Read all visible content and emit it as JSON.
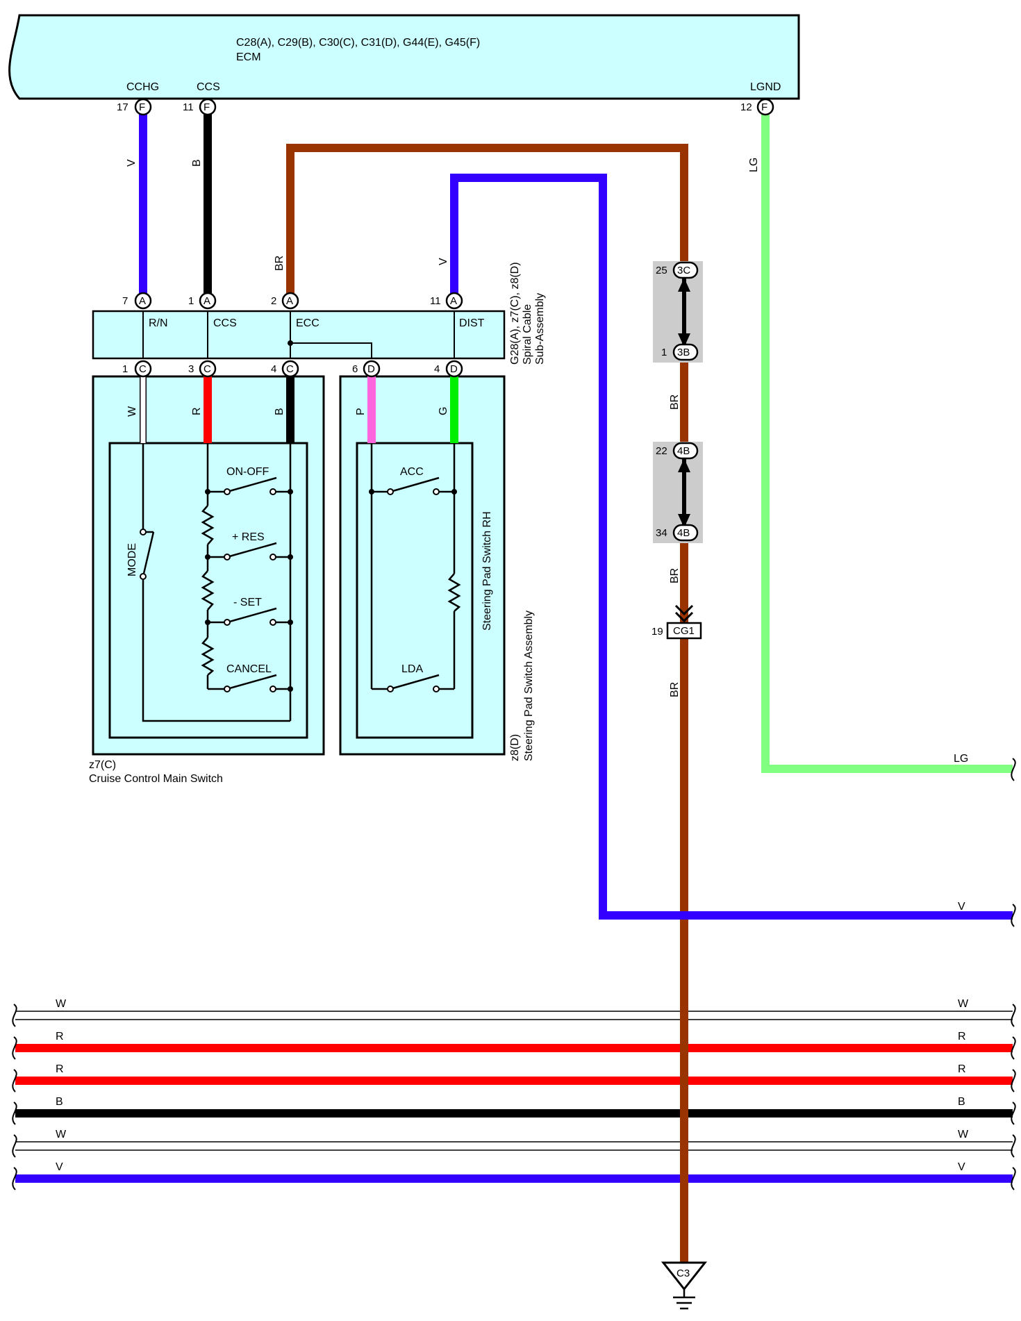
{
  "ecm": {
    "connectors": "C28(A), C29(B), C30(C), C31(D), G44(E), G45(F)",
    "name": "ECM",
    "pins": [
      {
        "label": "CCHG",
        "num": "17",
        "conn": "F"
      },
      {
        "label": "CCS",
        "num": "11",
        "conn": "F"
      },
      {
        "label": "LGND",
        "num": "12",
        "conn": "F"
      }
    ]
  },
  "wires": {
    "cchg": "V",
    "ccs": "B",
    "ecc": "BR",
    "dist": "V",
    "lgnd": "LG",
    "mw": "W",
    "mr": "R",
    "mb": "B",
    "sp": "P",
    "sg": "G",
    "br1": "BR",
    "br2": "BR",
    "br3": "BR"
  },
  "spiral": {
    "connectors": "G28(A), z7(C), z8(D)",
    "name1": "Spiral Cable",
    "name2": "Sub-Assembly",
    "top_pins": [
      {
        "num": "7",
        "conn": "A",
        "label": "R/N"
      },
      {
        "num": "1",
        "conn": "A",
        "label": "CCS"
      },
      {
        "num": "2",
        "conn": "A",
        "label": "ECC"
      },
      {
        "num": "11",
        "conn": "A",
        "label": "DIST"
      }
    ],
    "bottom_pins": [
      {
        "num": "1",
        "conn": "C"
      },
      {
        "num": "3",
        "conn": "C"
      },
      {
        "num": "4",
        "conn": "C"
      },
      {
        "num": "6",
        "conn": "D"
      },
      {
        "num": "4",
        "conn": "D"
      }
    ]
  },
  "main_switch": {
    "id": "z7(C)",
    "name": "Cruise Control Main Switch",
    "switches": [
      "MODE",
      "ON-OFF",
      "+ RES",
      "- SET",
      "CANCEL"
    ]
  },
  "pad_switch": {
    "id": "z8(D)",
    "name": "Steering Pad Switch Assembly",
    "inner_name": "Steering Pad Switch RH",
    "switches": [
      "ACC",
      "LDA"
    ]
  },
  "junctions": [
    {
      "top_num": "25",
      "top_conn": "3C",
      "bottom_num": "1",
      "bottom_conn": "3B"
    },
    {
      "top_num": "22",
      "top_conn": "4B",
      "bottom_num": "34",
      "bottom_conn": "4B"
    }
  ],
  "cg1": {
    "num": "19",
    "label": "CG1"
  },
  "ground": {
    "label": "C3"
  },
  "bus": [
    {
      "color": "#ffffff",
      "label": "W"
    },
    {
      "color": "#ff0000",
      "label": "R"
    },
    {
      "color": "#ff0000",
      "label": "R"
    },
    {
      "color": "#000000",
      "label": "B"
    },
    {
      "color": "#ffffff",
      "label": "W"
    },
    {
      "color": "#3300ff",
      "label": "V"
    }
  ],
  "colors": {
    "violet": "#3300ff",
    "brown": "#993300",
    "lightgreen": "#80ff80",
    "red": "#ff0000",
    "pink": "#ff66dd",
    "green": "#00ee00",
    "box": "#ccffff",
    "junction": "#cccccc"
  }
}
